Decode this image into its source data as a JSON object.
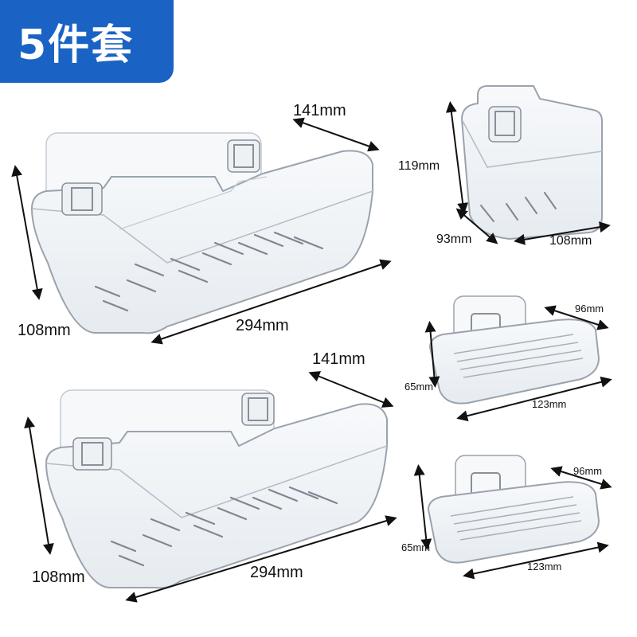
{
  "badge": {
    "text": "5件套",
    "background": "#1a63c4",
    "text_color": "#ffffff"
  },
  "products": [
    {
      "name": "large-shelf-top",
      "dimensions": {
        "width": "294mm",
        "depth": "141mm",
        "height": "108mm"
      }
    },
    {
      "name": "large-shelf-bottom",
      "dimensions": {
        "width": "294mm",
        "depth": "141mm",
        "height": "108mm"
      }
    },
    {
      "name": "cup-holder",
      "dimensions": {
        "width": "108mm",
        "depth": "93mm",
        "height": "119mm"
      }
    },
    {
      "name": "soap-dish-top",
      "dimensions": {
        "width": "123mm",
        "depth": "96mm",
        "height": "65mm"
      }
    },
    {
      "name": "soap-dish-bottom",
      "dimensions": {
        "width": "123mm",
        "depth": "96mm",
        "height": "65mm"
      }
    }
  ],
  "colors": {
    "dimension_text": "#111111",
    "outline": "#9aa3ad",
    "hook": "#8a9099"
  }
}
